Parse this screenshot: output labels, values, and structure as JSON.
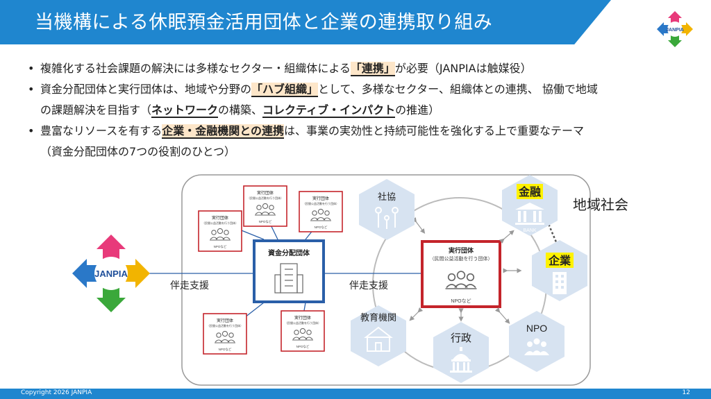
{
  "title": "当機構による休眠預金活用団体と企業の連携取り組み",
  "logo_label": "JANPIA",
  "bullets": {
    "b1": {
      "pre": "複雑化する社会課題の解決には多様なセクター・組織体による",
      "hl": "「連携」",
      "post": "が必要（JANPIAは触媒役）"
    },
    "b2": {
      "pre": "資金分配団体と実行団体は、地域や分野の",
      "hl": "「ハブ組織」",
      "mid": "として、多様なセクター、組織体との連携、 協働で地域",
      "line2_pre": "の課題解決を目指す（",
      "ul1": "ネットワーク",
      "line2_mid": "の構築、",
      "ul2": "コレクティブ・インパクト",
      "line2_post": "の推進）"
    },
    "b3": {
      "pre": "豊富なリソースを有する",
      "hl": "企業・金融機関との連携",
      "post": "は、事業の実効性と持続可能性を強化する上で重要なテーマ",
      "line2": "（資金分配団体の7つの役割のひとつ）"
    }
  },
  "diagram": {
    "janpia_label": "JANPIA",
    "support_left": "伴走支援",
    "support_right": "伴走支援",
    "fund_org": "資金分配団体",
    "impl_small_title": "実行団体",
    "impl_small_sub": "（民間公益活動を行う団体）",
    "impl_small_foot": "NPOなど",
    "impl_main_title": "実行団体",
    "impl_main_sub": "（民間公益活動を行う団体）",
    "impl_main_foot": "NPOなど",
    "community": "地域社会",
    "nodes": {
      "shakyo": "社協",
      "kinyu": "金融",
      "bank": "BANK",
      "kigyo": "企業",
      "npo": "NPO",
      "gyosei": "行政",
      "kyoiku": "教育機関"
    }
  },
  "colors": {
    "brand_blue": "#1f86cf",
    "fund_blue": "#2a5fa8",
    "impl_red": "#c4242b",
    "hex_fill": "#d7e3f1",
    "highlight_yellow": "#fff200"
  },
  "footer": {
    "copyright": "Copyright 2026 JANPIA",
    "page": "12"
  }
}
